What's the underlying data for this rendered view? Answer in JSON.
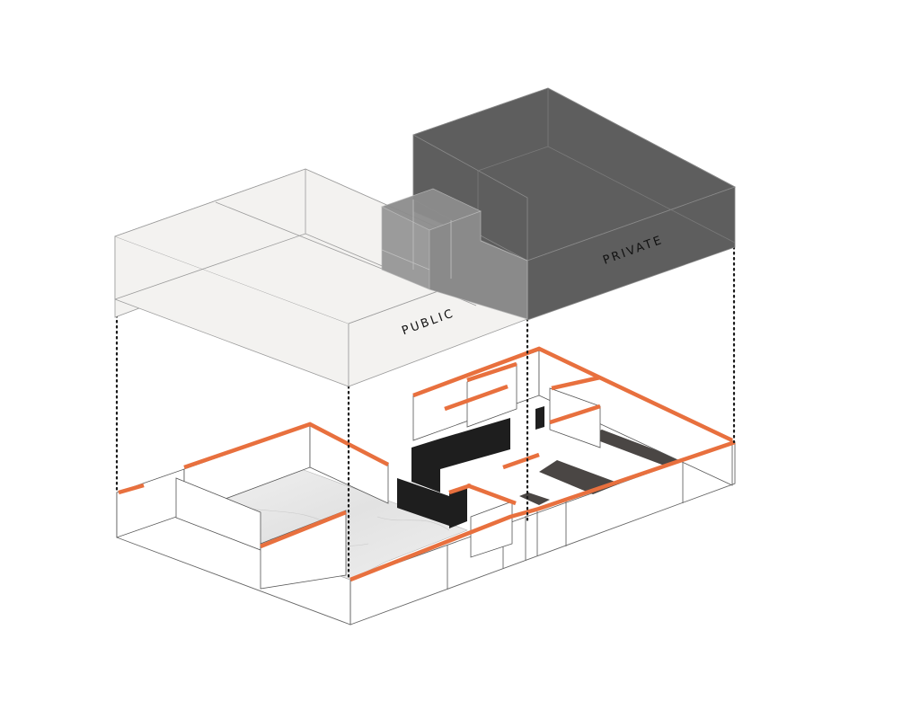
{
  "labels": {
    "public": "PUBLIC",
    "private": "PRIVATE"
  },
  "colors": {
    "background": "#ffffff",
    "public_volume": "#f3f2f0",
    "private_volume": "#5e5e5e",
    "wall_cut": "#e8703e",
    "partition_dark": "#1e1e1e",
    "marble_floor": "#e9e9e9",
    "wood_floor": "#4a4644",
    "wall_face": "#ffffff"
  },
  "icons": [
    "public-volume",
    "private-volume",
    "floor-plan",
    "projection-lines"
  ]
}
